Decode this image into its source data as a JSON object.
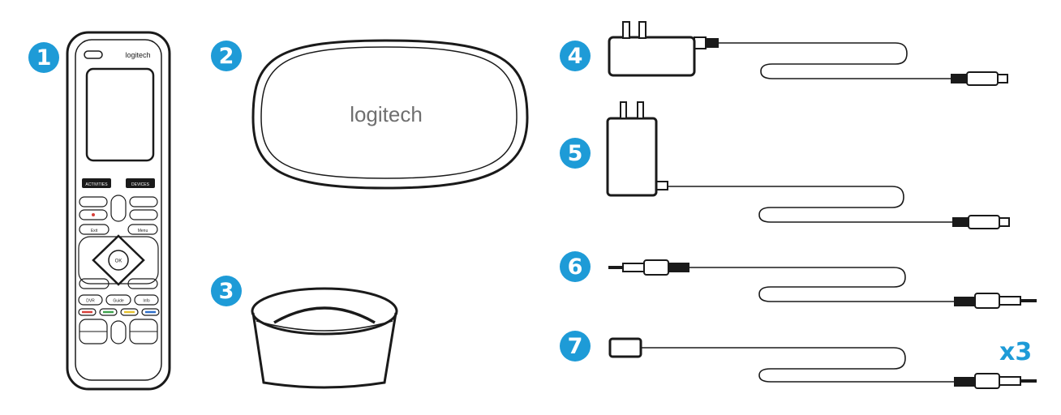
{
  "colors": {
    "accent": "#1e9bd7",
    "line": "#1a1a1a",
    "background": "#ffffff"
  },
  "items": [
    {
      "number": "1",
      "icon": "remote-control"
    },
    {
      "number": "2",
      "icon": "hub"
    },
    {
      "number": "3",
      "icon": "charging-cradle"
    },
    {
      "number": "4",
      "icon": "wall-power-adapter"
    },
    {
      "number": "5",
      "icon": "usb-power-adapter"
    },
    {
      "number": "6",
      "icon": "ir-mini-blaster-cable"
    },
    {
      "number": "7",
      "icon": "ir-blaster"
    }
  ],
  "quantity_label": "x3",
  "remote": {
    "brand": "logitech",
    "keys": {
      "activities": "ACTIVITIES",
      "devices": "DEVICES",
      "exit": "Exit",
      "menu": "Menu",
      "ok": "OK",
      "dvr": "DVR",
      "guide": "Guide",
      "info": "Info"
    }
  },
  "hub": {
    "brand": "logitech"
  }
}
